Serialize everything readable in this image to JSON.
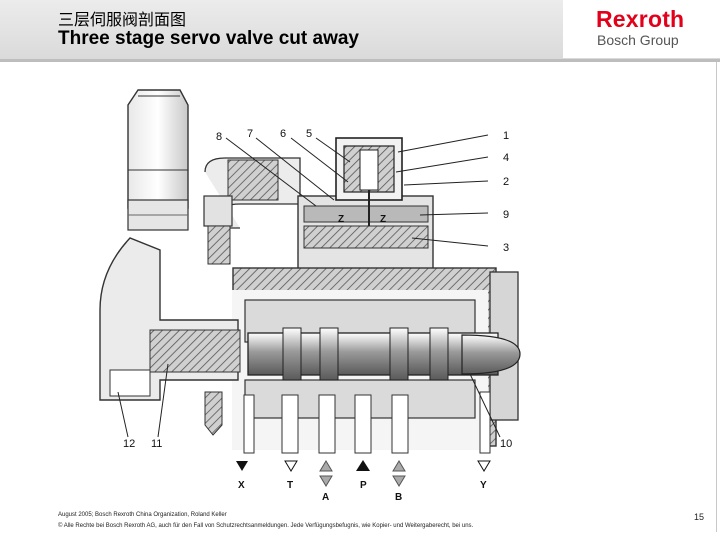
{
  "header": {
    "title_cn": "三层伺服阀剖面图",
    "title_en": "Three stage servo valve cut away"
  },
  "logo": {
    "brand": "Rexroth",
    "sub": "Bosch Group",
    "brand_color": "#e2001a"
  },
  "diagram": {
    "callouts": [
      "1",
      "2",
      "3",
      "4",
      "5",
      "6",
      "7",
      "8",
      "9",
      "10",
      "11",
      "12"
    ],
    "ports": [
      {
        "label": "X",
        "symbol": "filled-down"
      },
      {
        "label": "T",
        "symbol": "open-down"
      },
      {
        "label": "A",
        "symbol": "up-down"
      },
      {
        "label": "P",
        "symbol": "filled-up"
      },
      {
        "label": "B",
        "symbol": "up-down"
      },
      {
        "label": "Y",
        "symbol": "open-down"
      }
    ],
    "spool_marks": [
      "Z",
      "Z"
    ]
  },
  "footer": {
    "line1": "August 2005; Bosch Rexroth China Organization, Roland Keller",
    "line2": "© Alle Rechte bei Bosch Rexroth AG, auch für den Fall von Schutzrechtsanmeldungen. Jede Verfügungsbefugnis, wie Kopier- und Weitergaberecht, bei uns.",
    "page": "15"
  }
}
